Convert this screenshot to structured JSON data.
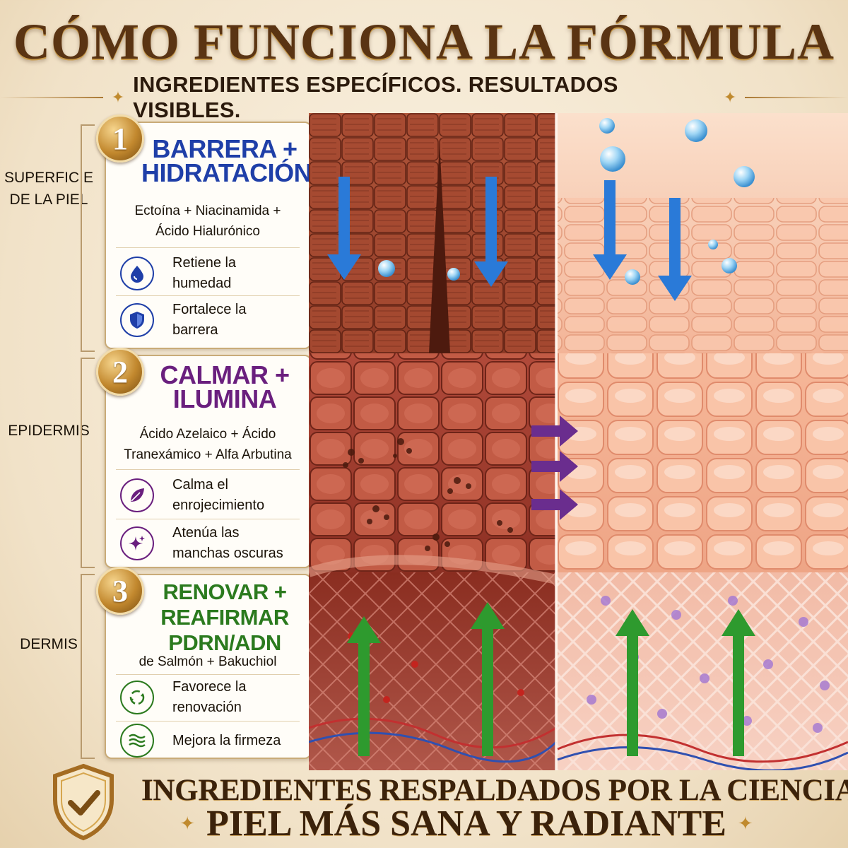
{
  "header": {
    "title": "CÓMO FUNCIONA LA FÓRMULA",
    "subtitle": "INGREDIENTES ESPECÍFICOS. RESULTADOS VISIBLES."
  },
  "layers": {
    "surface_line1": "SUPERFICIE",
    "surface_line2": "DE LA PIEL",
    "epidermis": "EPIDERMIS",
    "dermis": "DERMIS"
  },
  "steps": [
    {
      "number": "1",
      "title_line1": "BARRERA +",
      "title_line2": "HIDRATACIÓN",
      "color": "#1f3fa8",
      "ingredients_line1": "Ectoína + Niacinamida +",
      "ingredients_line2": "Ácido Hialurónico",
      "benefits": [
        {
          "icon": "water-drop-icon",
          "line1": "Retiene la",
          "line2": "humedad"
        },
        {
          "icon": "shield-icon",
          "line1": "Fortalece la",
          "line2": "barrera"
        }
      ]
    },
    {
      "number": "2",
      "title_line1": "CALMAR +",
      "title_line2": "ILUMINA",
      "color": "#6a1f7e",
      "ingredients_line1": "Ácido Azelaico + Ácido",
      "ingredients_line2": "Tranexámico + Alfa Arbutina",
      "benefits": [
        {
          "icon": "leaf-icon",
          "line1": "Calma el",
          "line2": "enrojecimiento"
        },
        {
          "icon": "sparkle-icon",
          "line1": "Atenúa las",
          "line2": "manchas oscuras"
        }
      ]
    },
    {
      "number": "3",
      "title_line1": "RENOVAR +",
      "title_line2": "REAFIRMAR",
      "title_line3": "PDRN/ADN",
      "color": "#2b7a1e",
      "ingredients_line1": "de Salmón + Bakuchiol",
      "benefits": [
        {
          "icon": "renew-cycle-icon",
          "line1": "Favorece la",
          "line2": "renovación"
        },
        {
          "icon": "firmness-waves-icon",
          "line1": "Mejora la firmeza",
          "line2": ""
        }
      ]
    }
  ],
  "footer": {
    "line1": "INGREDIENTES RESPALDADOS POR LA CIENCIA.",
    "line2": "PIEL MÁS SANA Y RADIANTE",
    "icon": "check-shield-icon"
  },
  "colors": {
    "brown": "#5a3413",
    "blue": "#1f3fa8",
    "purple": "#6a1f7e",
    "green": "#2b7a1e",
    "gold": "#c08a2e"
  }
}
